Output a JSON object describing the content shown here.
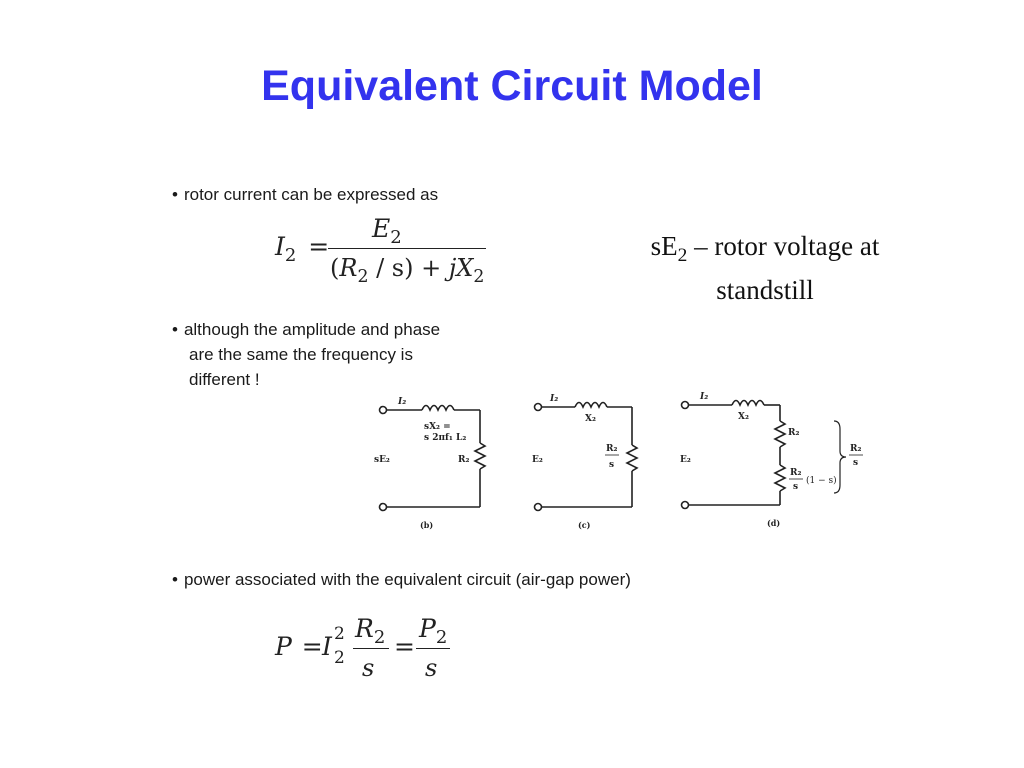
{
  "title": "Equivalent Circuit Model",
  "bullets": {
    "rotor_current": "rotor current can be expressed as",
    "frequency_line1": "although the amplitude and phase",
    "frequency_line2": "are the same the frequency is",
    "frequency_line3": "different !",
    "power": "power associated with the equivalent circuit  (air-gap power)"
  },
  "bullet_symbol": "•",
  "equation_current": {
    "lhs": "I",
    "lhs_sub": "2",
    "eq": "=",
    "num_var": "E",
    "num_sub": "2",
    "den_open": "(",
    "den_var1": "R",
    "den_sub1": "2",
    "den_mid": " / s) + ",
    "den_var2": "jX",
    "den_sub2": "2"
  },
  "note": {
    "prefix": "sE",
    "sub": "2",
    "suffix": " – rotor voltage at",
    "line2": "standstill"
  },
  "equation_power": {
    "lhs": "P",
    "eq1": "=",
    "var_i": "I",
    "i_sup": "2",
    "i_sub": "2",
    "num1_var": "R",
    "num1_sub": "2",
    "den1": "s",
    "eq2": "=",
    "num2_var": "P",
    "num2_sub": "2",
    "den2": "s"
  },
  "circuits": {
    "b": {
      "caption": "(b)",
      "current": "I₂",
      "reactance_line1": "sX₂ =",
      "reactance_line2": "s 2πf₁ L₂",
      "resistance": "R₂",
      "source": "sE₂"
    },
    "c": {
      "caption": "(c)",
      "current": "I₂",
      "reactance": "X₂",
      "resistance_num": "R₂",
      "resistance_den": "s",
      "source": "E₂"
    },
    "d": {
      "caption": "(d)",
      "current": "I₂",
      "reactance": "X₂",
      "resistance_top": "R₂",
      "resistance_num": "R₂",
      "resistance_den": "s",
      "resistance_tail": "(1 − s)",
      "brace_num": "R₂",
      "brace_den": "s",
      "source": "E₂"
    }
  }
}
